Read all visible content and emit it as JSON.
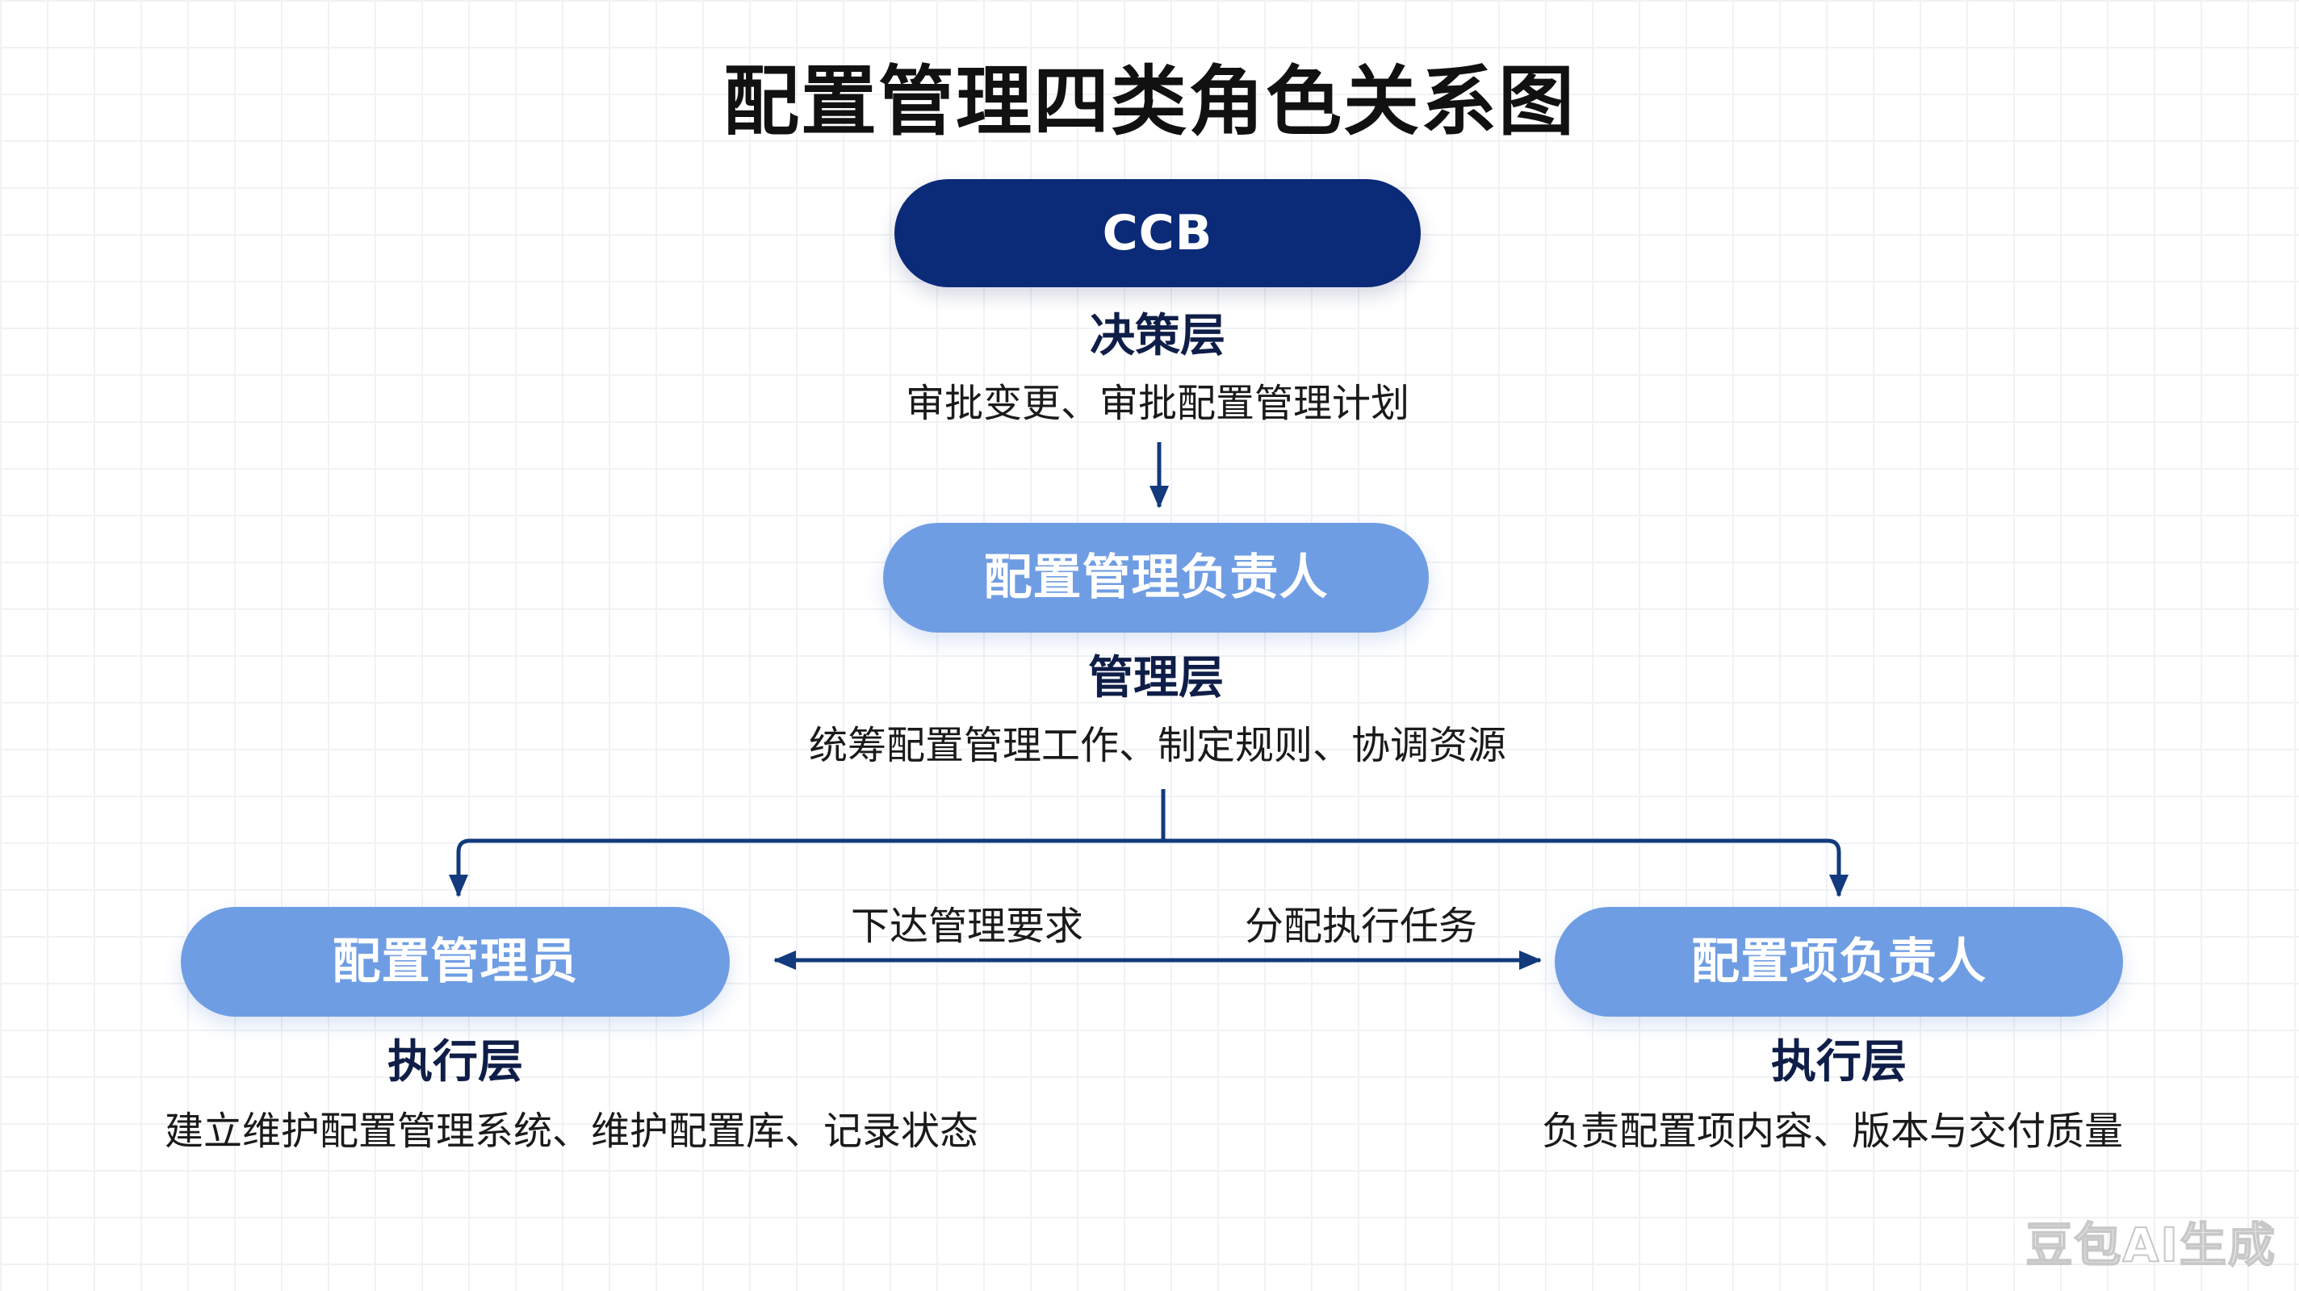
{
  "title": "配置管理四类角色关系图",
  "colors": {
    "dark_node": "#0b2a78",
    "light_node": "#6f9de3",
    "connector": "#123a7c"
  },
  "nodes": {
    "ccb": {
      "label": "CCB",
      "layer": "决策层",
      "description": "审批变更、审批配置管理计划"
    },
    "manager": {
      "label": "配置管理负责人",
      "layer": "管理层",
      "description": "统筹配置管理工作、制定规则、协调资源"
    },
    "admin": {
      "label": "配置管理员",
      "layer": "执行层",
      "description": "建立维护配置管理系统、维护配置库、记录状态"
    },
    "item_owner": {
      "label": "配置项负责人",
      "layer": "执行层",
      "description": "负责配置项内容、版本与交付质量"
    }
  },
  "flows": {
    "left_label": "下达管理要求",
    "right_label": "分配执行任务"
  },
  "watermark": "豆包AI生成"
}
